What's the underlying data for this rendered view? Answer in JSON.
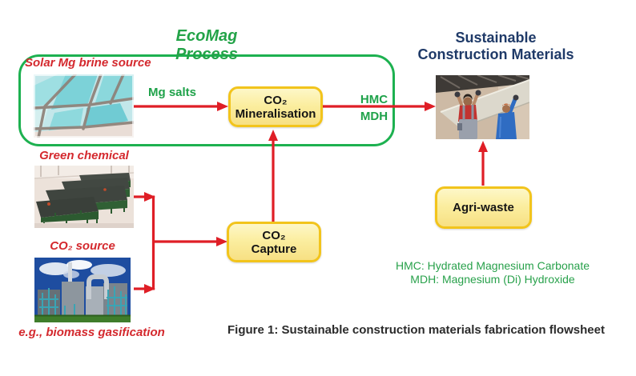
{
  "title": {
    "process": "EcoMag Process",
    "output_line1": "Sustainable",
    "output_line2": "Construction Materials"
  },
  "ecomag": {
    "solar_label": "Solar Mg brine source",
    "mg_salts": "Mg salts",
    "mineralisation": {
      "line1": "CO₂",
      "line2": "Mineralisation"
    },
    "hmc": "HMC",
    "mdh": "MDH"
  },
  "inputs": {
    "green_chemical": "Green chemical",
    "co2_source": "CO₂ source",
    "biomass_note": "e.g., biomass gasification",
    "capture": {
      "line1": "CO₂",
      "line2": "Capture"
    }
  },
  "agri_waste": "Agri-waste",
  "legend": {
    "hmc_full": "HMC: Hydrated Magnesium Carbonate",
    "mdh_full": "MDH: Magnesium (Di) Hydroxide"
  },
  "caption": "Figure 1: Sustainable construction materials fabrication flowsheet",
  "colors": {
    "green": "#1FA24A",
    "red_label": "#D4292E",
    "arrow_red": "#DF1E26",
    "navy": "#1F3A68",
    "box_border": "#F2C41C",
    "box_fill": "#FBEFA6",
    "caption_text": "#2B2B2B"
  }
}
